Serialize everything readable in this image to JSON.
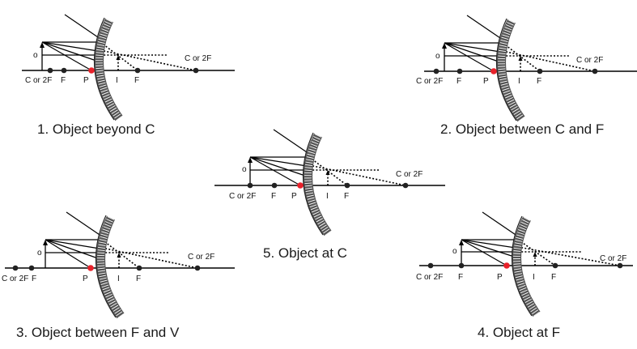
{
  "panels": [
    {
      "caption": "1. Object beyond C",
      "labels": {
        "object": "o",
        "image": "I",
        "pole": "P",
        "c": "C or 2F",
        "f": "F",
        "c_right": "C or 2F",
        "f_right": "F"
      }
    },
    {
      "caption": "2. Object between C and F",
      "labels": {
        "object": "o",
        "image": "I",
        "pole": "P",
        "c": "C or 2F",
        "f": "F",
        "c_right": "C or 2F",
        "f_right": "F"
      }
    },
    {
      "caption": "3. Object between F and V",
      "labels": {
        "object": "o",
        "image": "I",
        "pole": "P",
        "c": "C or 2F",
        "f": "F",
        "c_right": "C or 2F",
        "f_right": "F"
      }
    },
    {
      "caption": "4. Object at F",
      "labels": {
        "object": "o",
        "image": "I",
        "pole": "P",
        "c": "C or 2F",
        "f": "F",
        "c_right": "C or 2F",
        "f_right": "F"
      }
    },
    {
      "caption": "5. Object at C",
      "labels": {
        "object": "o",
        "image": "I",
        "pole": "P",
        "c": "C or 2F",
        "f": "F",
        "c_right": "C or 2F",
        "f_right": "F"
      }
    }
  ],
  "colors": {
    "pole": "#e8212a",
    "mirror": "#555555",
    "ink": "#000000"
  }
}
